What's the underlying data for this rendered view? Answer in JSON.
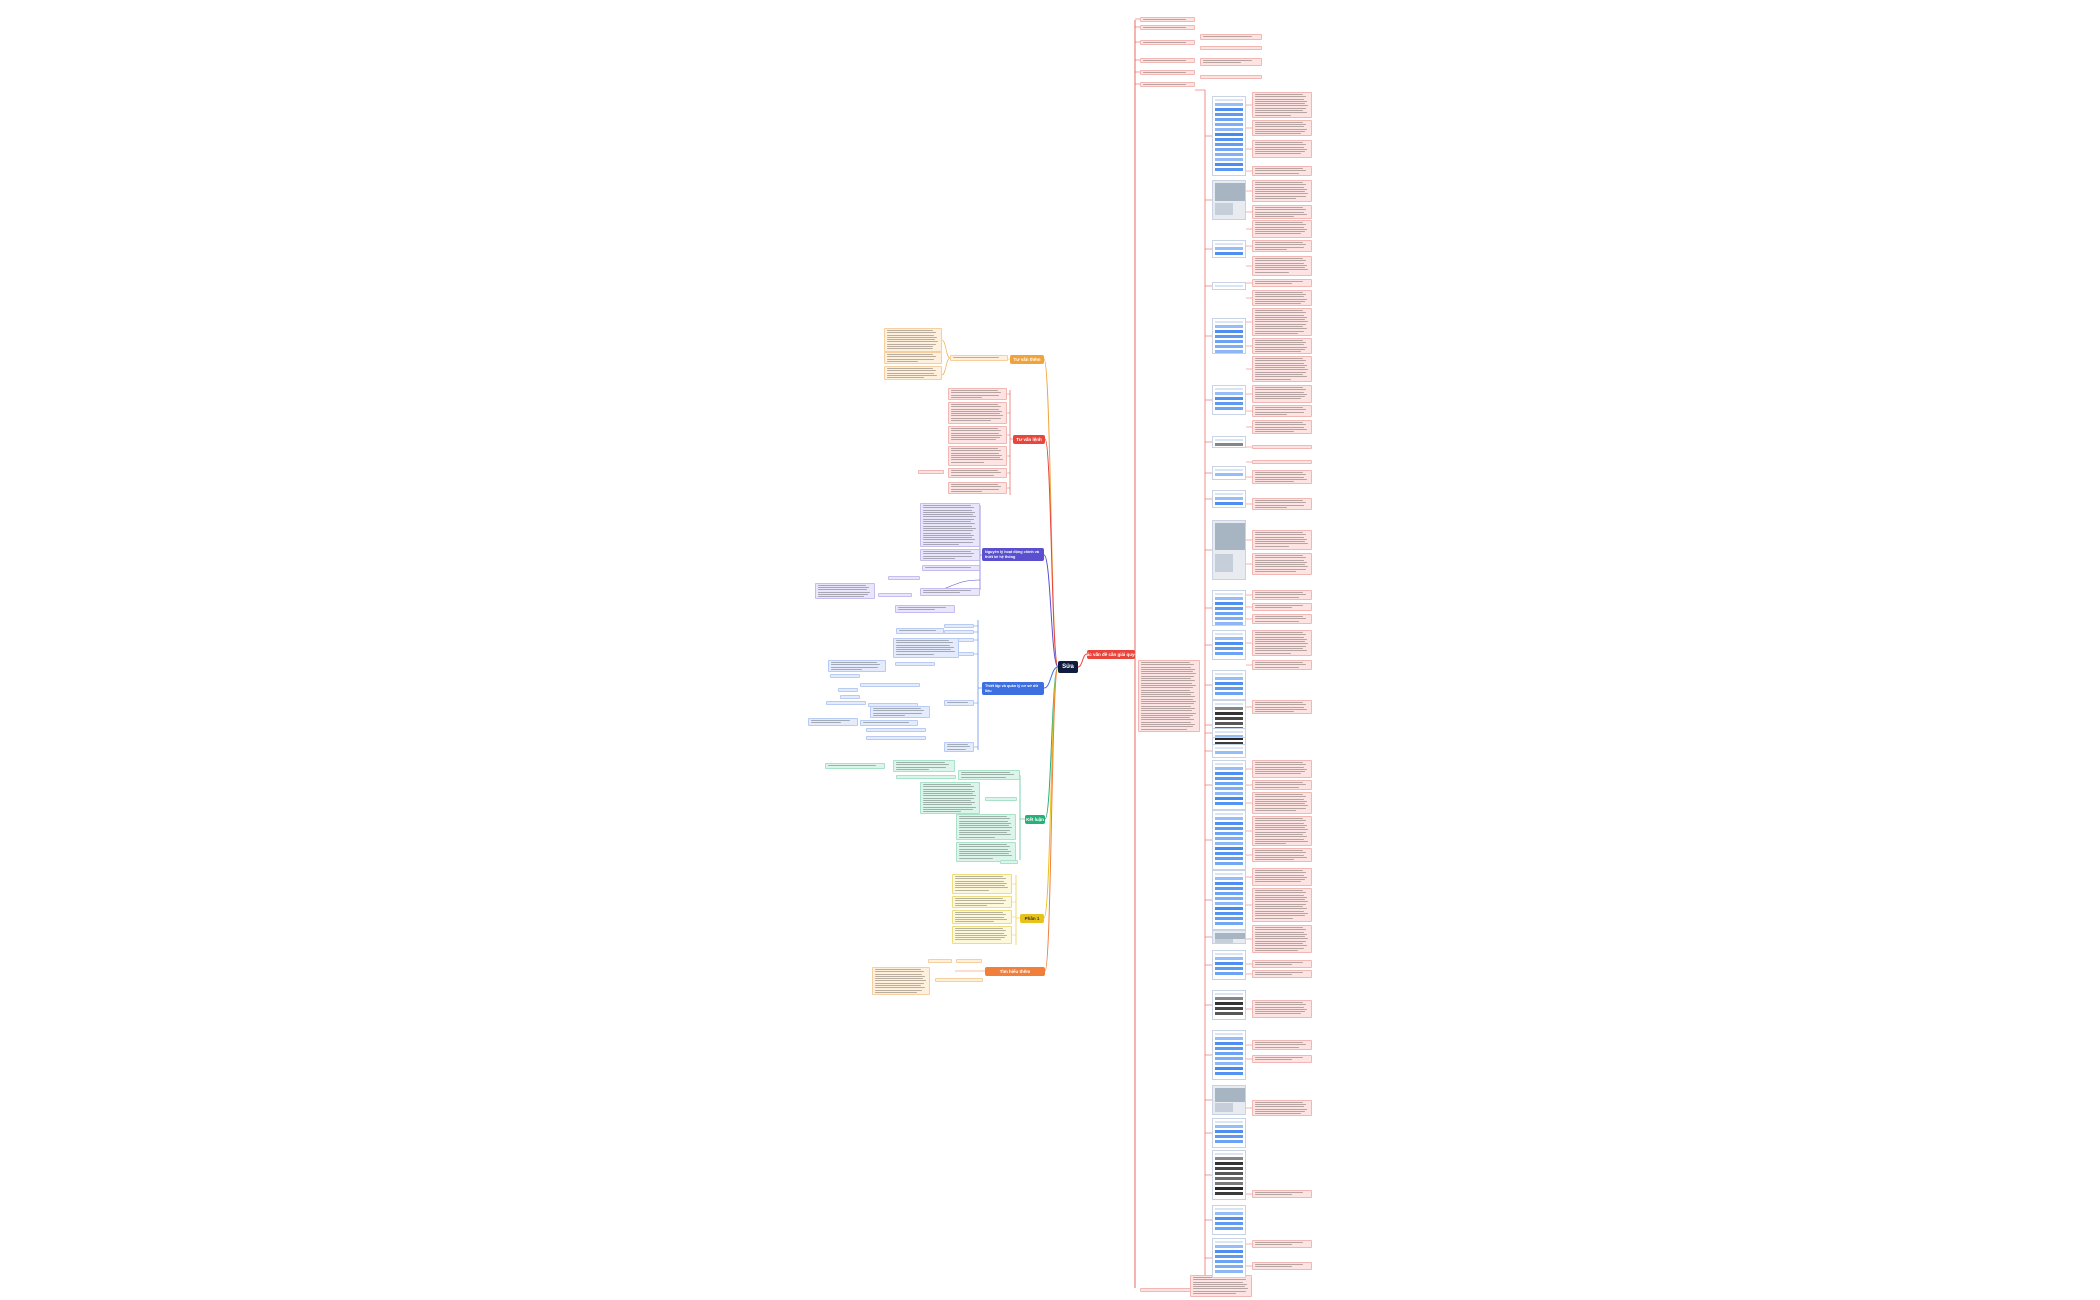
{
  "root": {
    "label": "Sửa"
  },
  "branches": [
    {
      "id": "main-red",
      "label": "Các vấn đề cần giải quyết",
      "color": "#e8453c"
    },
    {
      "id": "orange-top",
      "label": "Tư vấn thêm",
      "color": "#f0a23b"
    },
    {
      "id": "red-left",
      "label": "Tư vấn lệnh",
      "color": "#e8453c"
    },
    {
      "id": "purple",
      "label": "Nguyên lý hoạt động chính và thiết kế hệ thống",
      "color": "#5a4fcf"
    },
    {
      "id": "blue",
      "label": "Thiết lập và quản lý cơ sở dữ liệu",
      "color": "#3d6fe0"
    },
    {
      "id": "green",
      "label": "Kết luận",
      "color": "#27b07a"
    },
    {
      "id": "yellow",
      "label": "Phần 1",
      "color": "#e8c21c"
    },
    {
      "id": "orange-bottom",
      "label": "Tìm hiểu thêm",
      "color": "#f07f3b"
    }
  ],
  "colors": {
    "red_fill": "#fde3e1",
    "orange_fill": "#fff0dc",
    "purple_fill": "#e9e6fb",
    "blue_fill": "#e3ebfd",
    "green_fill": "#dcf5ea",
    "yellow_fill": "#fdf8d9",
    "thumb_bar": "#3f86f0"
  }
}
